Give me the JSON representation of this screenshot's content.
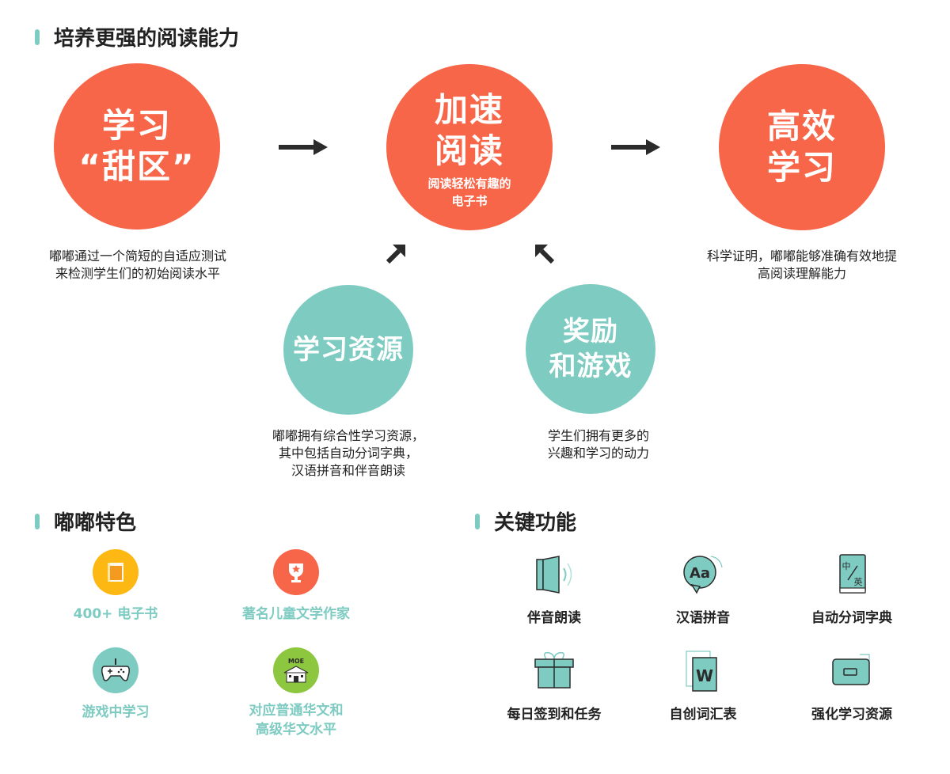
{
  "section1": {
    "title": "培养更强的阅读能力"
  },
  "flow": {
    "step1": {
      "line1": "学习",
      "line2": "“甜区”",
      "desc_line1": "嘟嘟通过一个简短的自适应测试",
      "desc_line2": "来检测学生们的初始阅读水平"
    },
    "step2": {
      "line1": "加速",
      "line2": "阅读",
      "sub_line1": "阅读轻松有趣的",
      "sub_line2": "电子书"
    },
    "step3": {
      "line1": "高效",
      "line2": "学习",
      "desc_line1": "科学证明，嘟嘟能够准确有效地提",
      "desc_line2": "高阅读理解能力"
    },
    "input1": {
      "line1": "学习资源",
      "desc_line1": "嘟嘟拥有综合性学习资源，",
      "desc_line2": "其中包括自动分词字典，",
      "desc_line3": "汉语拼音和伴音朗读"
    },
    "input2": {
      "line1": "奖励",
      "line2": "和游戏",
      "desc_line1": "学生们拥有更多的",
      "desc_line2": "兴趣和学习的动力"
    }
  },
  "features": {
    "title": "嘟嘟特色",
    "items": [
      {
        "label": "400+ 电子书",
        "icon": "book-icon",
        "color": "#fdb813"
      },
      {
        "label": "著名儿童文学作家",
        "icon": "trophy-icon",
        "color": "#f8664a"
      },
      {
        "label": "游戏中学习",
        "icon": "gamepad-icon",
        "color": "#7ecbc2"
      },
      {
        "label_line1": "对应普通华文和",
        "label_line2": "高级华文水平",
        "icon": "school-icon",
        "badge": "MOE",
        "color": "#8dc63f"
      }
    ]
  },
  "functions": {
    "title": "关键功能",
    "items": [
      {
        "label": "伴音朗读",
        "icon": "speaker-icon"
      },
      {
        "label": "汉语拼音",
        "icon": "speech-bubble-icon",
        "glyph": "Aa"
      },
      {
        "label": "自动分词字典",
        "icon": "dictionary-icon",
        "glyph_top": "中",
        "glyph_bottom": "英"
      },
      {
        "label": "每日签到和任务",
        "icon": "gift-icon"
      },
      {
        "label": "自创词汇表",
        "icon": "word-list-icon",
        "glyph": "W"
      },
      {
        "label": "强化学习资源",
        "icon": "folder-icon"
      }
    ]
  },
  "colors": {
    "orange": "#f8664a",
    "teal": "#7ecbc2",
    "yellow": "#fdb813",
    "green": "#8dc63f",
    "dark": "#2b2b2b"
  }
}
